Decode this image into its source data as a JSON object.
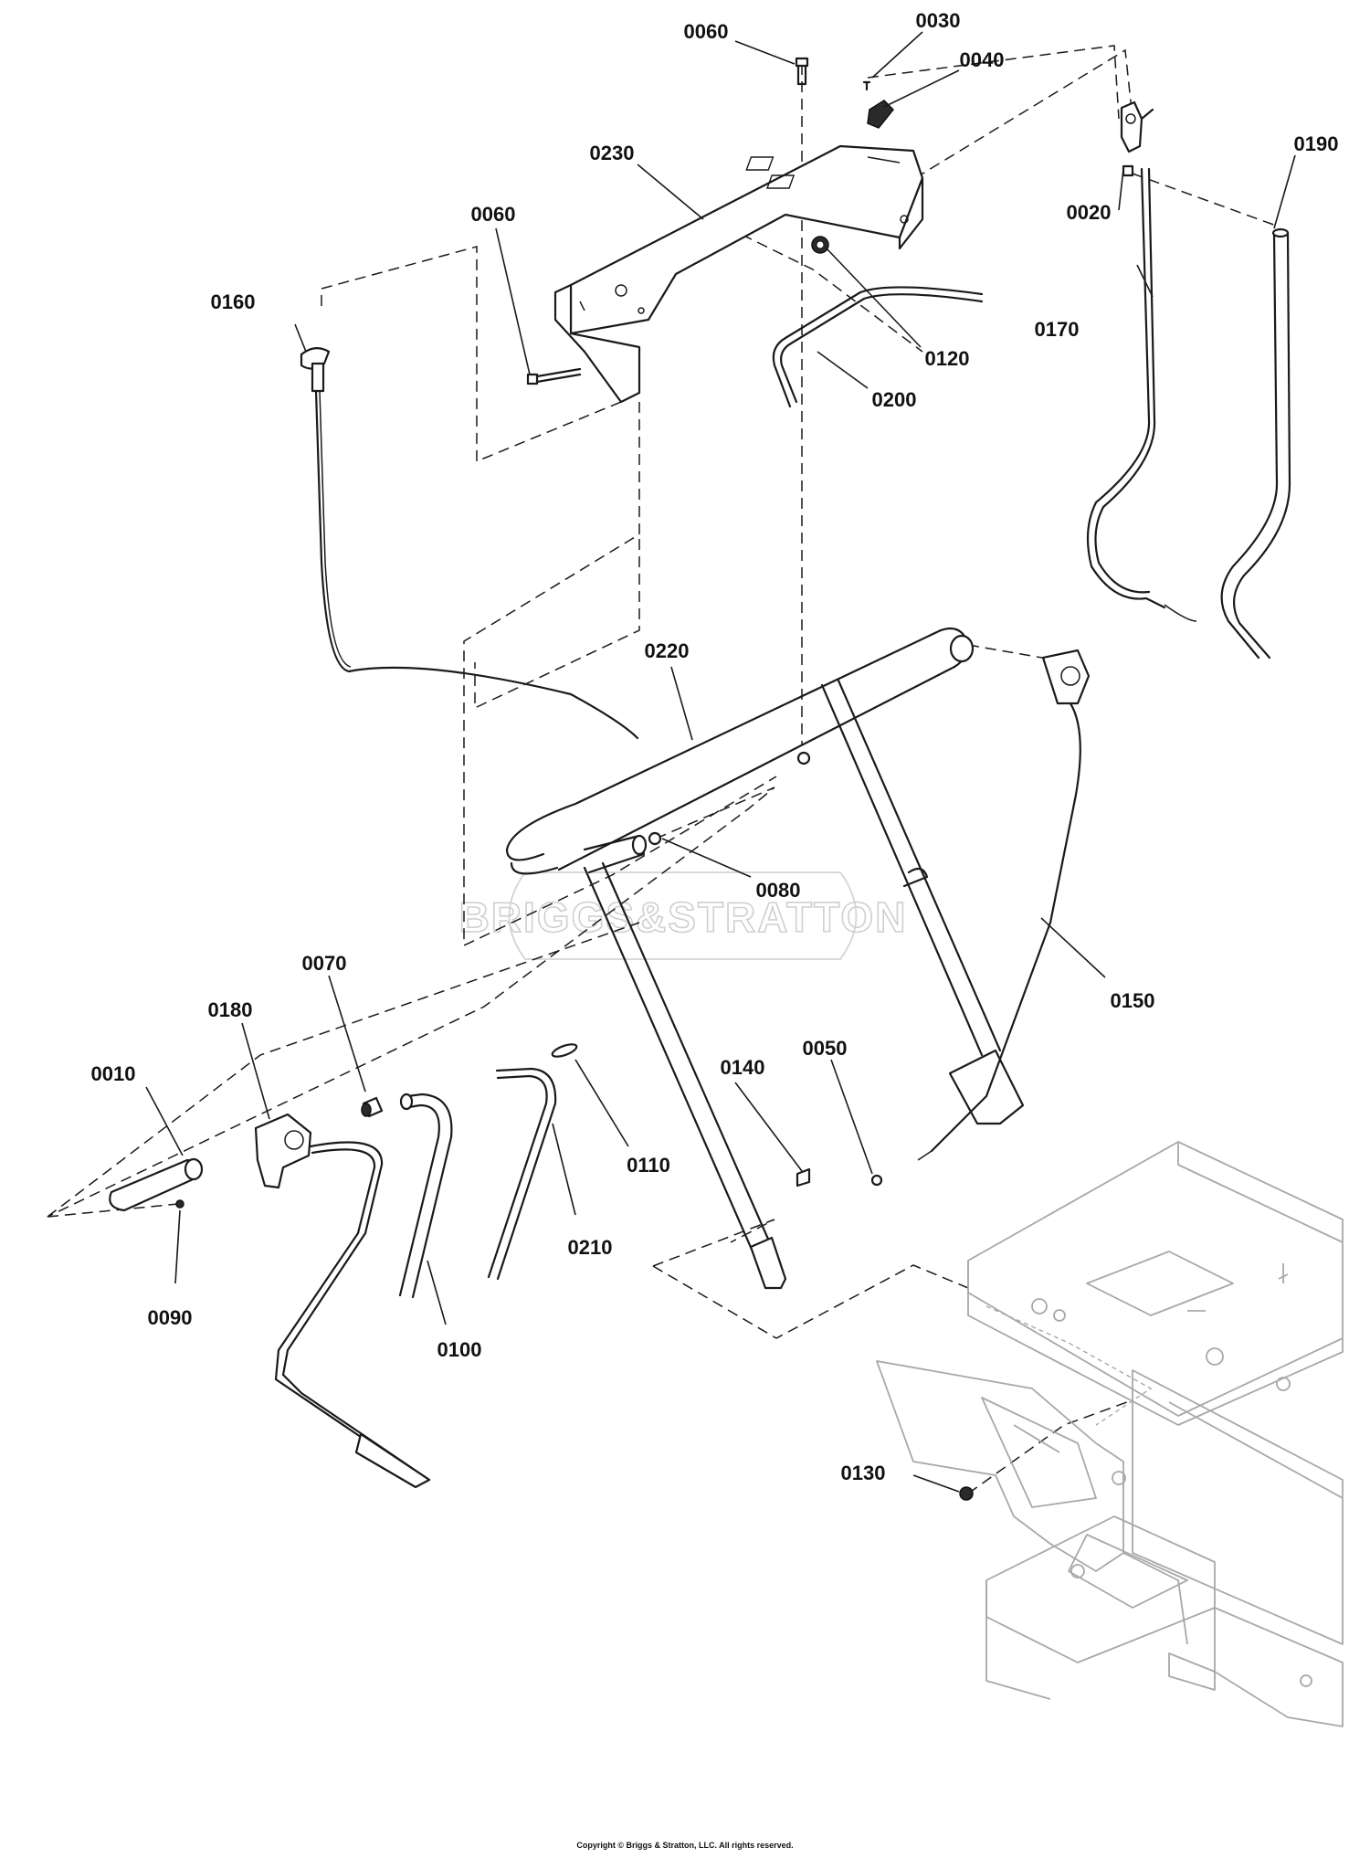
{
  "diagram": {
    "watermark": "BRIGGS&STRATTON",
    "copyright": "Copyright © Briggs & Stratton, LLC. All rights reserved.",
    "callouts": {
      "p0060_top": "0060",
      "p0030": "0030",
      "p0040": "0040",
      "p0230": "0230",
      "p0190": "0190",
      "p0060_left": "0060",
      "p0020": "0020",
      "p0160": "0160",
      "p0170": "0170",
      "p0120": "0120",
      "p0200": "0200",
      "p0220": "0220",
      "p0080": "0080",
      "p0150": "0150",
      "p0070": "0070",
      "p0180": "0180",
      "p0010": "0010",
      "p0050": "0050",
      "p0140": "0140",
      "p0110": "0110",
      "p0210": "0210",
      "p0090": "0090",
      "p0100": "0100",
      "p0130": "0130"
    }
  }
}
